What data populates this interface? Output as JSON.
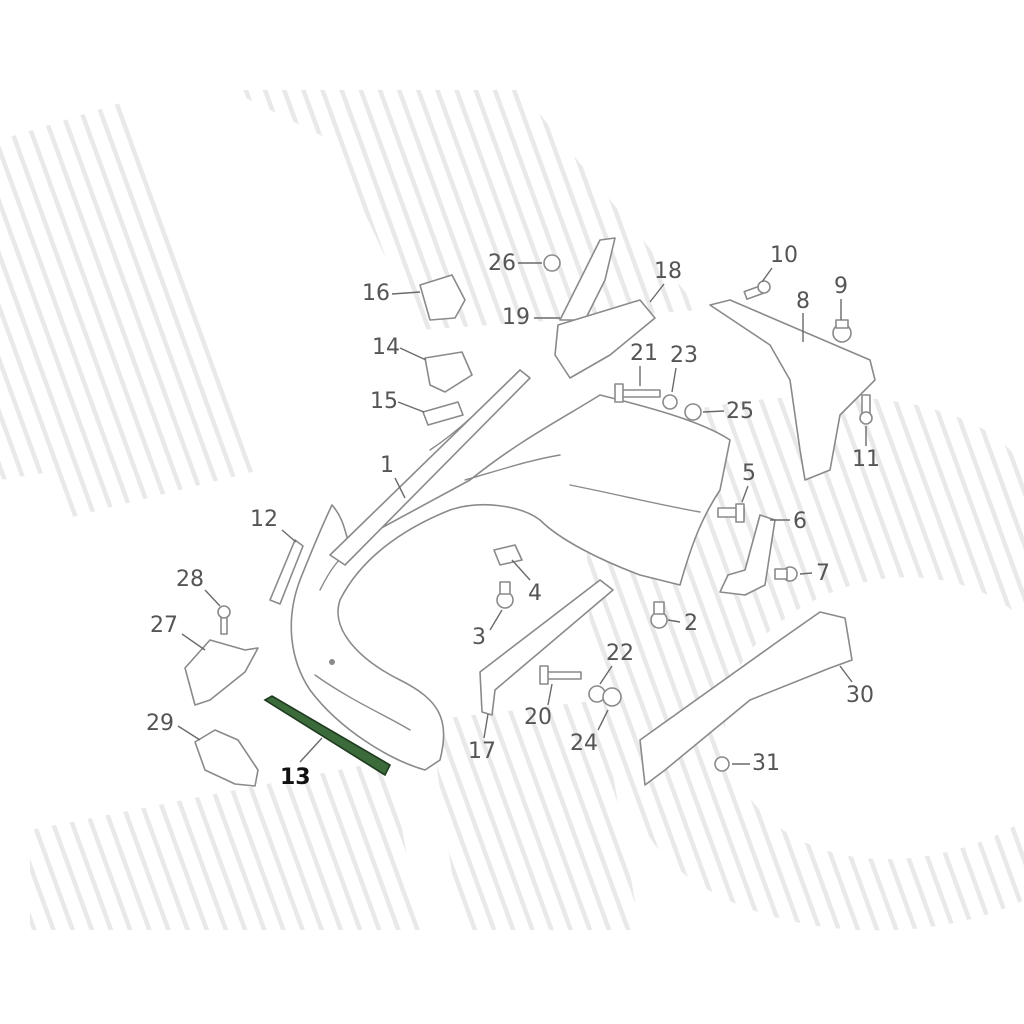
{
  "diagram": {
    "highlighted_part": "13",
    "highlight_color": "#2e5a2e",
    "line_color": "#8a8a8a",
    "watermark_color": "#eaeaea",
    "callouts": [
      {
        "label": "1"
      },
      {
        "label": "2"
      },
      {
        "label": "3"
      },
      {
        "label": "4"
      },
      {
        "label": "5"
      },
      {
        "label": "6"
      },
      {
        "label": "7"
      },
      {
        "label": "8"
      },
      {
        "label": "9"
      },
      {
        "label": "10"
      },
      {
        "label": "11"
      },
      {
        "label": "12"
      },
      {
        "label": "13"
      },
      {
        "label": "14"
      },
      {
        "label": "15"
      },
      {
        "label": "16"
      },
      {
        "label": "17"
      },
      {
        "label": "18"
      },
      {
        "label": "19"
      },
      {
        "label": "20"
      },
      {
        "label": "21"
      },
      {
        "label": "22"
      },
      {
        "label": "23"
      },
      {
        "label": "24"
      },
      {
        "label": "25"
      },
      {
        "label": "26"
      },
      {
        "label": "27"
      },
      {
        "label": "28"
      },
      {
        "label": "29"
      },
      {
        "label": "30"
      },
      {
        "label": "31"
      }
    ]
  }
}
